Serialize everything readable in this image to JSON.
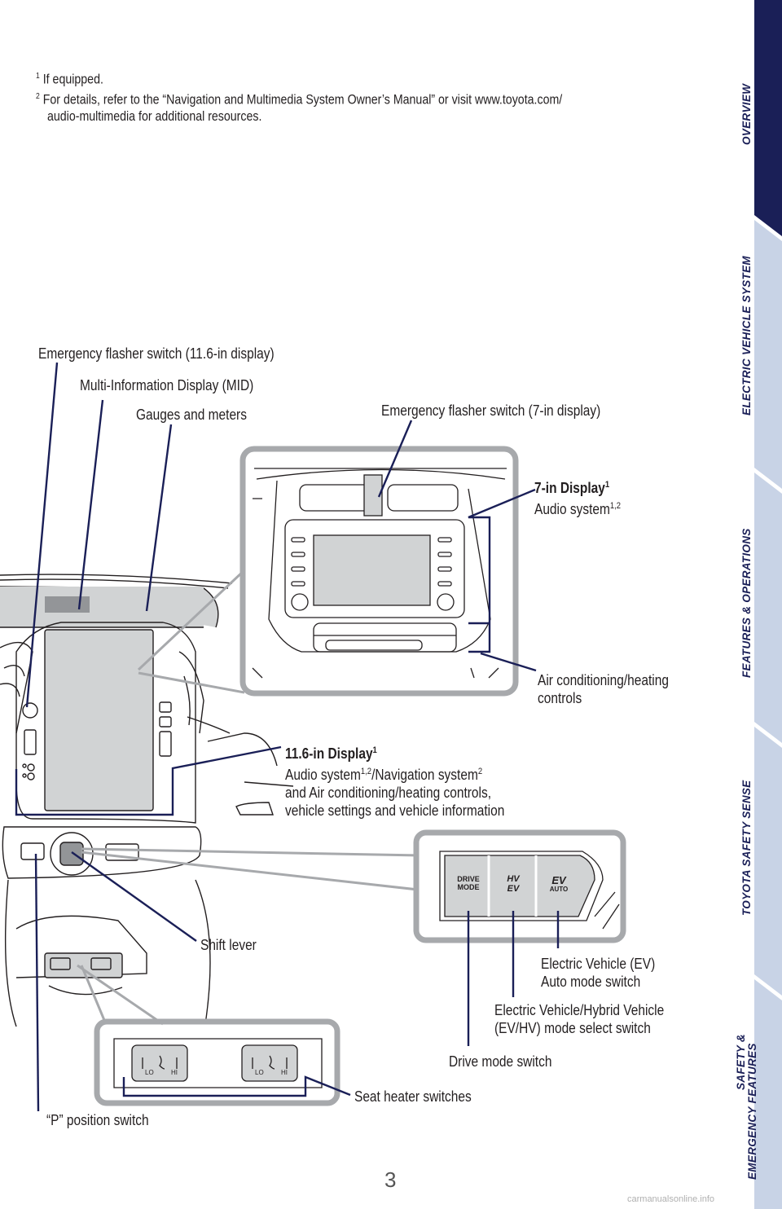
{
  "footnotes": {
    "fn1_mark": "1",
    "fn1_text": "If equipped.",
    "fn2_mark": "2",
    "fn2_line1": "For details, refer to the “Navigation and Multimedia System Owner’s Manual” or visit www.toyota.com/",
    "fn2_line2": "audio-multimedia for additional resources."
  },
  "callouts": {
    "emergency_flasher_11": "Emergency flasher switch (11.6-in display)",
    "mid": "Multi-Information Display (MID)",
    "gauges": "Gauges and meters",
    "emergency_flasher_7": "Emergency flasher switch (7-in display)",
    "display7_title": "7-in Display",
    "display7_title_sup": "1",
    "display7_sub": "Audio system",
    "display7_sub_sup": "1,2",
    "ac_line1": "Air conditioning/heating",
    "ac_line2": "controls",
    "display11_title": "11.6-in Display",
    "display11_title_sup": "1",
    "display11_l1a": "Audio system",
    "display11_l1a_sup": "1,2",
    "display11_l1b": "/Navigation system",
    "display11_l1b_sup": "2",
    "display11_l2": "and Air conditioning/heating controls,",
    "display11_l3": "vehicle settings and vehicle information",
    "shift_lever": "Shift lever",
    "ev_auto_l1": "Electric Vehicle (EV)",
    "ev_auto_l2": "Auto mode switch",
    "evhv_l1": "Electric Vehicle/Hybrid Vehicle",
    "evhv_l2": "(EV/HV) mode select switch",
    "drive_mode": "Drive mode switch",
    "seat_heater": "Seat heater switches",
    "p_switch": "“P” position switch"
  },
  "buttons": {
    "drive_l1": "DRIVE",
    "drive_l2": "MODE",
    "hv": "HV",
    "ev": "EV",
    "ev_auto_ev": "EV",
    "ev_auto_auto": "AUTO",
    "lo": "LO",
    "hi": "HI"
  },
  "tabs": [
    "OVERVIEW",
    "ELECTRIC VEHICLE SYSTEM",
    "FEATURES & OPERATIONS",
    "TOYOTA SAFETY SENSE",
    "SAFETY &",
    "EMERGENCY FEATURES"
  ],
  "page_number": "3",
  "watermark": "carmanualsonline.info",
  "colors": {
    "navy": "#1a1f57",
    "tab_active": "#1a1f57",
    "tab_inactive": "#c8d3e6",
    "panel_gray": "#d1d3d4"
  }
}
